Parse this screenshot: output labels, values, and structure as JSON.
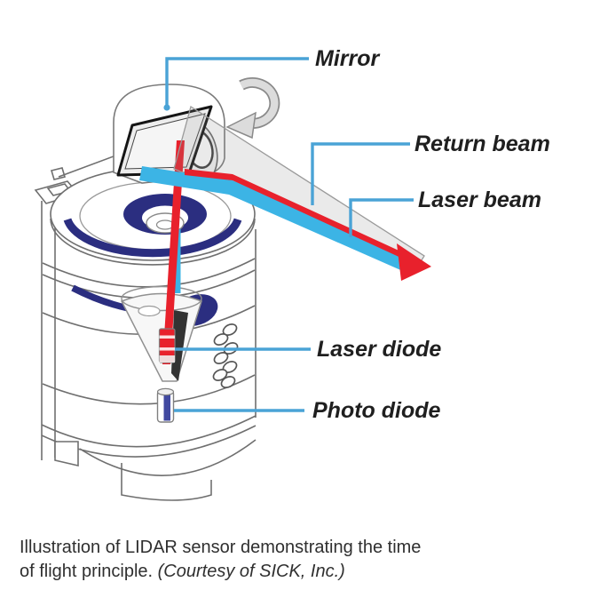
{
  "figure": {
    "labels": {
      "mirror": "Mirror",
      "return_beam": "Return beam",
      "laser_beam": "Laser beam",
      "laser_diode": "Laser diode",
      "photo_diode": "Photo diode"
    },
    "caption": {
      "line1": "Illustration of LIDAR sensor demonstrating the time",
      "line2_text": "of flight principle. ",
      "line2_credit": "(Courtesy of SICK, Inc.)"
    },
    "colors": {
      "leader_line": "#4aa3d6",
      "laser_red": "#e8212c",
      "beam_cyan": "#3cb4e5",
      "navy": "#2b2e80",
      "photodiode_stripe": "#4149a0",
      "label_text": "#1f1f1f",
      "caption_text": "#2f2f2f"
    }
  }
}
